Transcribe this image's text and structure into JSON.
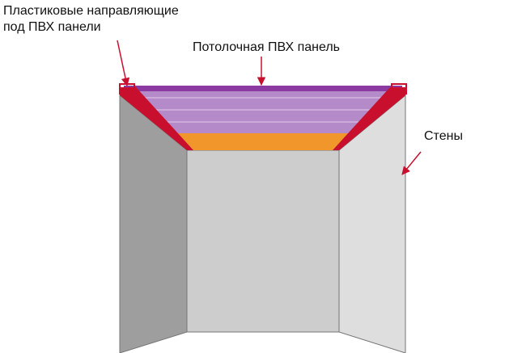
{
  "labels": {
    "guides_line1": "Пластиковые направляющие",
    "guides_line2": "под ПВХ панели",
    "ceiling_panel": "Потолочная ПВХ панель",
    "walls": "Стены"
  },
  "colors": {
    "left_wall": "#9e9e9e",
    "back_wall": "#cdcdcd",
    "right_wall": "#dedede",
    "ceiling_panels": "#b48ac8",
    "ceiling_seam": "#d3b5df",
    "panel_edge": "#8a3aa0",
    "orange_strip": "#f0962a",
    "guide_profile": "#c8102e",
    "arrow": "#c8102e",
    "outline": "#777777"
  },
  "icons": {
    "pointer": "arrow-icon"
  }
}
